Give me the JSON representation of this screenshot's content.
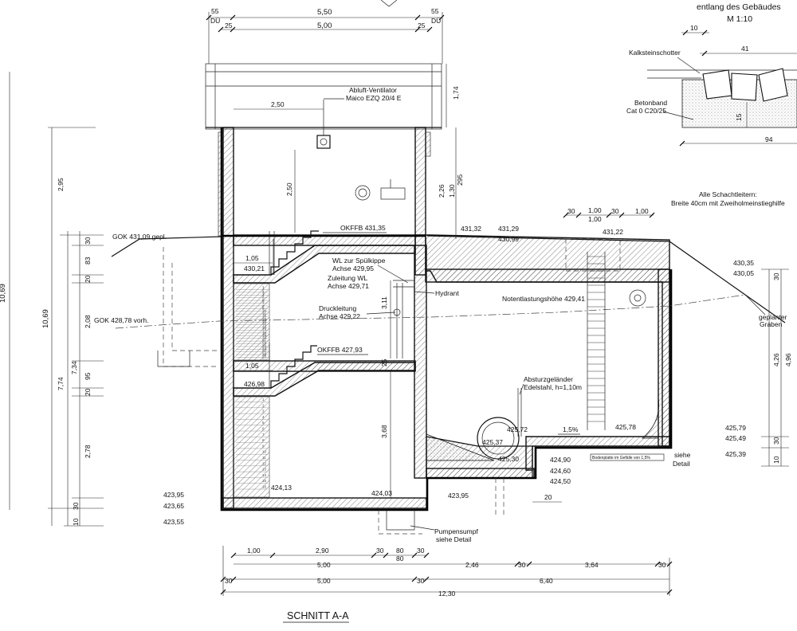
{
  "header": {
    "line1": "entlang des Gebäudes",
    "line2": "M 1:10"
  },
  "title": "SCHNITT A-A",
  "top_dims": {
    "d55_left": "55",
    "du_left": "DÜ",
    "d550": "5,50",
    "d55_right": "55",
    "du_right": "DÜ",
    "d25_left": "25",
    "d500": "5,00",
    "d25_right": "25"
  },
  "detail": {
    "d10": "10",
    "d41": "41",
    "d94": "94",
    "d15": "15",
    "kalkstein": "Kalksteinschotter",
    "betonband_1": "Betonband",
    "betonband_2": "Cat 0 C20/25"
  },
  "note": {
    "line1": "Alle Schachtleitern:",
    "line2": "Breite 40cm mit Zweiholmeinstieghilfe"
  },
  "labels": {
    "abluft_1": "Abluft-Ventilator",
    "abluft_2": "Maico EZQ 20/4 E",
    "gok_gepl": "GOK 431,09 gepl.",
    "gok_vorh": "GOK 428,78 vorh.",
    "okffb_top": "OKFFB 431,35",
    "okffb_mid": "OKFFB 427,93",
    "wl_1": "WL zur Spülkippe",
    "wl_2": "Achse 429,95",
    "zul_1": "Zuleitung WL",
    "zul_2": "Achse 429,71",
    "druck_1": "Druckleitung",
    "druck_2": "Achse 429,22",
    "hydrant": "Hydrant",
    "notentl": "Notentlastungshöhe 429,41",
    "absturz_1": "Absturzgeländer",
    "absturz_2": "Edelstahl, h=1,10m",
    "gefaelle": "1,5%",
    "bodenplatte": "Bodenplatte im Gefälle von 1,5%",
    "siehe_1": "siehe",
    "siehe_2": "Detail",
    "pumpe_1": "Pumpensumpf",
    "pumpe_2": "siehe Detail",
    "graben_1": "geplanter",
    "graben_2": "Graben"
  },
  "levels": {
    "l43132": "431,32",
    "l43129": "431,29",
    "l43099": "430,99",
    "l43122": "431,22",
    "l43035": "430,35",
    "l43005": "430,05",
    "l43021": "430,21",
    "l42698": "426,98",
    "l42937": "425,37",
    "l42572": "425,72",
    "l42578": "425,78",
    "l42490": "424,90",
    "l42460": "424,60",
    "l42450": "424,50",
    "l42579": "425,79",
    "l42549": "425,49",
    "l42539": "425,39",
    "l42395a": "423,95",
    "l42365": "423,65",
    "l42355": "423,55",
    "l42413": "424,13",
    "l42403": "424,03",
    "l42395b": "423,95",
    "l42530": "425,30"
  },
  "room_dims": {
    "d250h": "2,50",
    "d250v": "2,50",
    "d105a": "1,05",
    "d105b": "1,05",
    "d174": "1,74",
    "d226": "2,26",
    "d130": "1,30",
    "d295r": "295",
    "d311": "3,11",
    "d25": "25",
    "d368": "3,68",
    "d20": "20"
  },
  "left_dims": {
    "d1069_outer": "10,69",
    "d1069": "10,69",
    "d295": "2,95",
    "d734": "7,34",
    "d774": "7,74",
    "d30a": "30",
    "d83": "83",
    "d20a": "20",
    "d208": "2,08",
    "d95": "95",
    "d20b": "20",
    "d278": "2,78",
    "d30b": "30",
    "d10": "10"
  },
  "right_dims": {
    "d30a": "30",
    "d426": "4,26",
    "d496": "4,96",
    "d30b": "30",
    "d10": "10"
  },
  "shaft_dims": {
    "d30a": "30",
    "d100a": "1,00",
    "d100b": "1,00",
    "d30b": "30",
    "d100c": "1,00"
  },
  "bottom_dims": {
    "r1": [
      "1,00",
      "2,90",
      "30",
      "80",
      "30"
    ],
    "r1b": "80",
    "r2_500": "5,00",
    "r3": [
      "30",
      "5,00",
      "30",
      "2,46",
      "30",
      "3,64",
      "30"
    ],
    "r3b_640": "6,40",
    "r4": "12,30"
  },
  "stair_numbers_upper": [
    "1",
    "2",
    "3",
    "4",
    "5",
    "6",
    "7",
    "8",
    "9",
    "10",
    "11",
    "12",
    "13",
    "14",
    "15",
    "16",
    "17",
    "18",
    "19",
    "20",
    "21",
    "22",
    "23",
    "24",
    "25",
    "26",
    "27"
  ],
  "stair_numbers_lower": [
    "1",
    "2",
    "3",
    "4",
    "5",
    "6",
    "7",
    "8",
    "9",
    "10",
    "11",
    "12",
    "13",
    "14",
    "15",
    "16"
  ]
}
